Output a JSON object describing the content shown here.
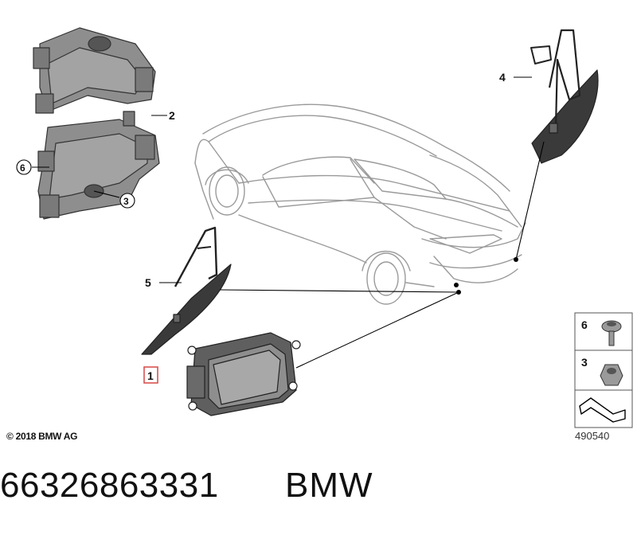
{
  "callouts": [
    {
      "id": "callout-1",
      "text": "1"
    },
    {
      "id": "callout-2",
      "text": "2"
    },
    {
      "id": "callout-3",
      "text": "3"
    },
    {
      "id": "callout-4",
      "text": "4"
    },
    {
      "id": "callout-5",
      "text": "5"
    },
    {
      "id": "callout-6",
      "text": "6"
    }
  ],
  "legend": {
    "items": [
      {
        "num": "6",
        "icon": "screw-icon"
      },
      {
        "num": "3",
        "icon": "nut-icon"
      }
    ],
    "arrow_icon": "direction-arrow-icon"
  },
  "copyright": "© 2018 BMW AG",
  "diagram_number": "490540",
  "part_number": "66326863331",
  "brand": "BMW",
  "colors": {
    "part_fill": "#8e8e8e",
    "part_dark": "#3a3a3a",
    "highlight_box": "#d9534f",
    "line": "#000000"
  }
}
